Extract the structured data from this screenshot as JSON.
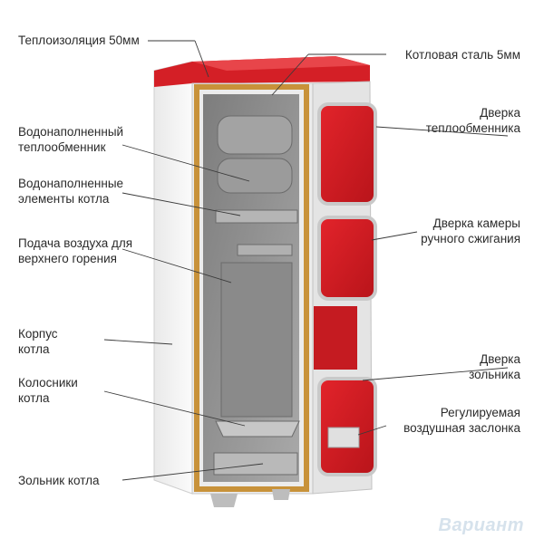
{
  "labels": {
    "insulation": "Теплоизоляция  50мм",
    "steel": "Котловая сталь 5мм",
    "heat_exchanger": [
      "Водонаполненный",
      "теплообменник"
    ],
    "water_elements": [
      "Водонаполненные",
      "элементы котла"
    ],
    "air_supply": [
      "Подача воздуха для",
      "верхнего горения"
    ],
    "body": [
      "Корпус",
      "котла"
    ],
    "grates": [
      "Колосники",
      "котла"
    ],
    "ash_pan": "Зольник котла",
    "door_exchanger": [
      "Дверка",
      "теплообменника"
    ],
    "door_chamber": [
      "Дверка камеры",
      "ручного сжигания"
    ],
    "door_ash": [
      "Дверка",
      "зольника"
    ],
    "air_damper": [
      "Регулируемая",
      "воздушная заслонка"
    ]
  },
  "watermark": "Вариант",
  "colors": {
    "red": "#d41f26",
    "frame": "#c8c8c8",
    "interior": "#8e8e8e",
    "insulation": "#c8923a"
  }
}
